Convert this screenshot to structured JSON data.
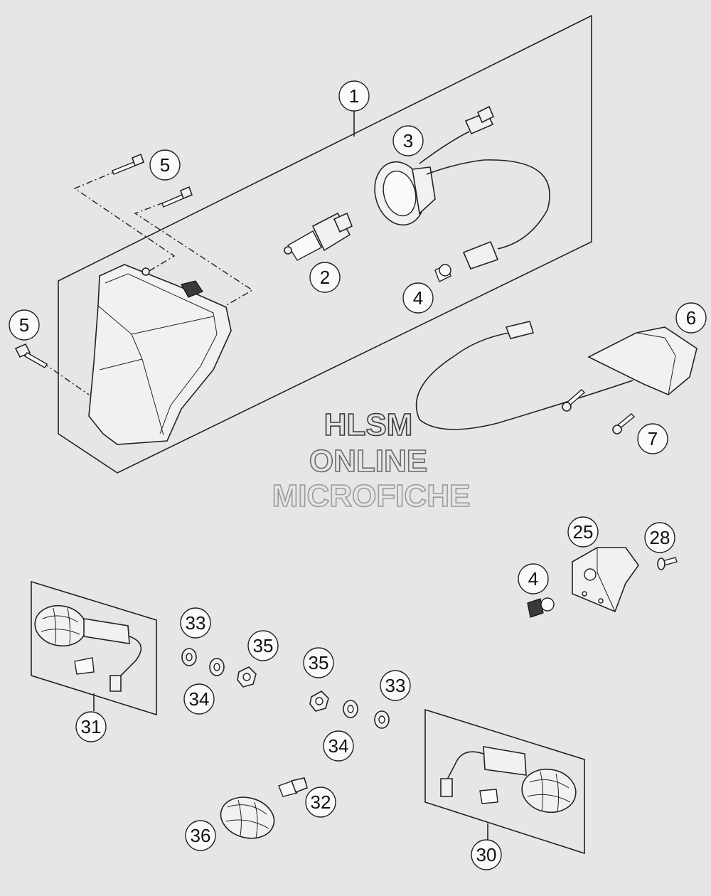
{
  "callouts": [
    {
      "id": "c1",
      "label": "1"
    },
    {
      "id": "c2",
      "label": "2"
    },
    {
      "id": "c3",
      "label": "3"
    },
    {
      "id": "c4a",
      "label": "4"
    },
    {
      "id": "c5a",
      "label": "5"
    },
    {
      "id": "c5b",
      "label": "5"
    },
    {
      "id": "c6",
      "label": "6"
    },
    {
      "id": "c7",
      "label": "7"
    },
    {
      "id": "c25",
      "label": "25"
    },
    {
      "id": "c28",
      "label": "28"
    },
    {
      "id": "c4b",
      "label": "4"
    },
    {
      "id": "c33a",
      "label": "33"
    },
    {
      "id": "c35a",
      "label": "35"
    },
    {
      "id": "c35b",
      "label": "35"
    },
    {
      "id": "c33b",
      "label": "33"
    },
    {
      "id": "c34a",
      "label": "34"
    },
    {
      "id": "c34b",
      "label": "34"
    },
    {
      "id": "c31",
      "label": "31"
    },
    {
      "id": "c32",
      "label": "32"
    },
    {
      "id": "c36",
      "label": "36"
    },
    {
      "id": "c30",
      "label": "30"
    }
  ],
  "watermark": {
    "line1": "HLSM",
    "line2": "ONLINE",
    "line3": "MICROFICHE"
  },
  "colors": {
    "background": "#e6e6e6",
    "line": "#222222",
    "watermark_dark": "#3a3a3a",
    "watermark_mid": "#6a6a6a",
    "watermark_light": "#9a9a9a"
  }
}
